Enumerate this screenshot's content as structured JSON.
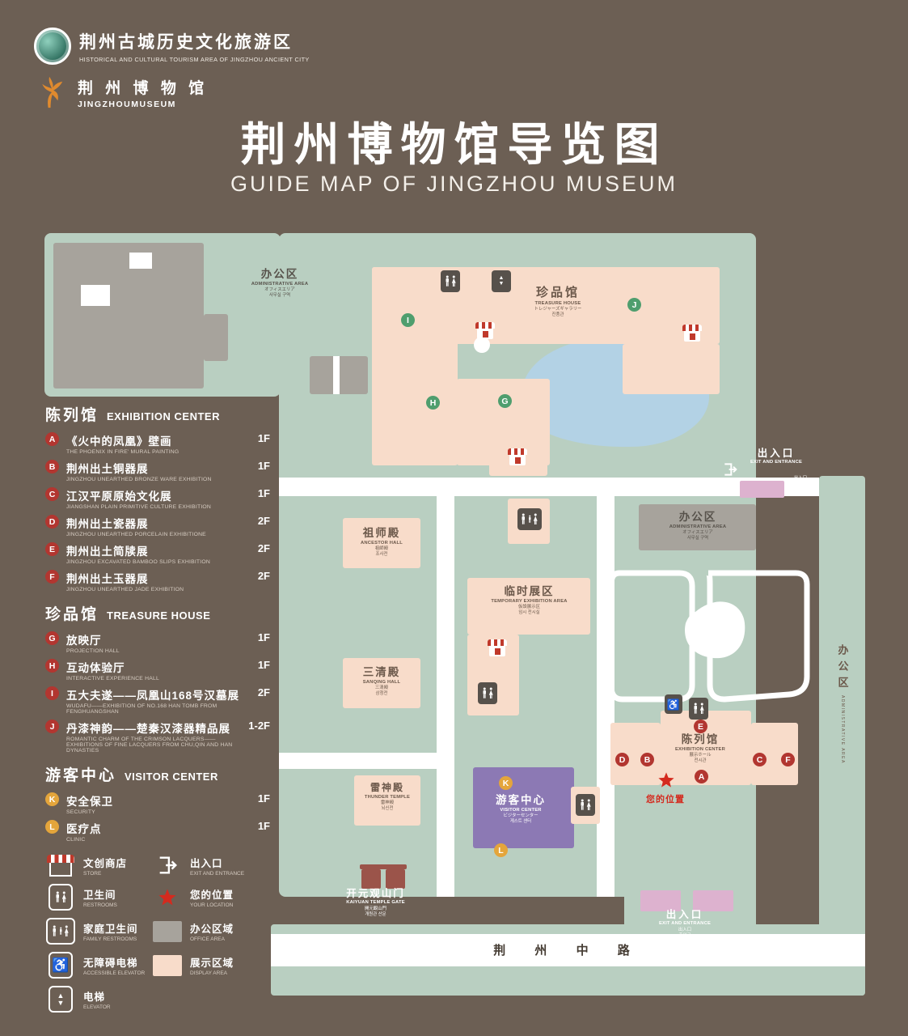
{
  "header": {
    "tourism": {
      "title": "荆州古城历史文化旅游区",
      "subtitle": "HISTORICAL AND CULTURAL TOURISM AREA OF JINGZHOU ANCIENT CITY"
    },
    "museum": {
      "title": "荆 州 博 物 馆",
      "subtitle": "JINGZHOUMUSEUM"
    },
    "title": "荆州博物馆导览图",
    "subtitle": "GUIDE MAP OF JINGZHOU MUSEUM"
  },
  "legend": {
    "sections": [
      {
        "title_cn": "陈列馆",
        "title_en": "EXHIBITION CENTER",
        "items": [
          {
            "letter": "A",
            "cn": "《火中的凤凰》壁画",
            "en": "THE PHOENIX IN FIRE' MURAL PAINTING",
            "floor": "1F"
          },
          {
            "letter": "B",
            "cn": "荆州出土铜器展",
            "en": "JINGZHOU UNEARTHED BRONZE WARE EXHIBITION",
            "floor": "1F"
          },
          {
            "letter": "C",
            "cn": "江汉平原原始文化展",
            "en": "JIANGSHAN PLAIN PRIMITIVE CULTURE EXHIBITION",
            "floor": "1F"
          },
          {
            "letter": "D",
            "cn": "荆州出土瓷器展",
            "en": "JINGZHOU UNEARTHED PORCELAIN EXHIBITIONE",
            "floor": "2F"
          },
          {
            "letter": "E",
            "cn": "荆州出土简牍展",
            "en": "JINGZHOU EXCAVATED BAMBOO SLIPS EXHIBITION",
            "floor": "2F"
          },
          {
            "letter": "F",
            "cn": "荆州出土玉器展",
            "en": "JINGZHOU UNEARTHED JADE EXHIBITION",
            "floor": "2F"
          }
        ]
      },
      {
        "title_cn": "珍品馆",
        "title_en": "TREASURE HOUSE",
        "items": [
          {
            "letter": "G",
            "cn": "放映厅",
            "en": "PROJECTION HALL",
            "floor": "1F"
          },
          {
            "letter": "H",
            "cn": "互动体验厅",
            "en": "INTERACTIVE EXPERIENCE HALL",
            "floor": "1F"
          },
          {
            "letter": "I",
            "cn": "五大夫遂——凤凰山168号汉墓展",
            "en": "WUDAFU——EXHIBITION OF NO.168 HAN TOMB FROM FENGHUANGSHAN",
            "floor": "2F"
          },
          {
            "letter": "J",
            "cn": "丹漆神韵——楚秦汉漆器精品展",
            "en": "ROMANTIC CHARM OF THE CRIMSON LACQUERS——EXHIBITIONS OF FINE LACQUERS FROM CHU,QIN AND HAN DYNASTIES",
            "floor": "1-2F"
          }
        ]
      },
      {
        "title_cn": "游客中心",
        "title_en": "VISITOR CENTER",
        "items": [
          {
            "letter": "K",
            "cn": "安全保卫",
            "en": "SECURITY",
            "floor": "1F"
          },
          {
            "letter": "L",
            "cn": "医疗点",
            "en": "CLINIC",
            "floor": "1F"
          }
        ]
      }
    ],
    "symbols": [
      {
        "icon": "store-icon",
        "cn": "文创商店",
        "en": "STORE"
      },
      {
        "icon": "exit-icon",
        "cn": "出入口",
        "en": "EXIT AND ENTRANCE"
      },
      {
        "icon": "restroom-icon",
        "cn": "卫生间",
        "en": "RESTROOMS"
      },
      {
        "icon": "your-location-star-icon",
        "cn": "您的位置",
        "en": "YOUR LOCATION"
      },
      {
        "icon": "family-restroom-icon",
        "cn": "家庭卫生间",
        "en": "FAMILY RESTROOMS"
      },
      {
        "icon": "office-area-swatch",
        "cn": "办公区域",
        "en": "OFFICE AREA"
      },
      {
        "icon": "accessible-elevator-icon",
        "cn": "无障碍电梯",
        "en": "ACCESSIBLE ELEVATOR"
      },
      {
        "icon": "display-area-swatch",
        "cn": "展示区域",
        "en": "DISPLAY AREA"
      },
      {
        "icon": "elevator-icon",
        "cn": "电梯",
        "en": "ELEVATOR"
      }
    ]
  },
  "map": {
    "labels": {
      "office_tl": {
        "cn": "办公区",
        "en": "ADMINISTRATIVE AREA",
        "jp": "オフィスエリア",
        "kr": "사무실 구역"
      },
      "treasure": {
        "cn": "珍品馆",
        "en": "TREASURE HOUSE",
        "jp": "トレジャーズギャラリー",
        "kr": "진품관"
      },
      "ancestor": {
        "cn": "祖师殿",
        "en": "ANCESTOR HALL",
        "jp": "祖師殿",
        "kr": "조사전"
      },
      "temporary": {
        "cn": "临时展区",
        "en": "TEMPORARY EXHIBITION AREA",
        "jp": "仮設展示区",
        "kr": "임시 전시실"
      },
      "sanqing": {
        "cn": "三清殿",
        "en": "SANQING HALL",
        "jp": "三清殿",
        "kr": "삼청전"
      },
      "thunder": {
        "cn": "雷神殿",
        "en": "THUNDER TEMPLE",
        "jp": "雷神殿",
        "kr": "뇌신전"
      },
      "visitor": {
        "cn": "游客中心",
        "en": "VISITOR CENTER",
        "jp": "ビジターセンター",
        "kr": "게스트 센터"
      },
      "exhibition": {
        "cn": "陈列馆",
        "en": "EXHIBITION CENTER",
        "jp": "展示ホール",
        "kr": "전시관"
      },
      "office_right": {
        "cn": "办公区",
        "en": "ADMINISTRATIVE AREA",
        "jp": "オフィスエリア",
        "kr": "사무실 구역"
      },
      "office_strip": {
        "cn": "办公区",
        "en": "ADMINISTRATIVE AREA"
      },
      "kaiyuan_gate": {
        "cn": "开元观山门",
        "en": "KAIYUAN TEMPLE GATE",
        "jp": "開元観山門",
        "kr": "개원관 산문"
      },
      "exit_top": {
        "cn": "出入口",
        "en": "EXIT AND ENTRANCE",
        "jp": "出入口",
        "kr": "출입구"
      },
      "exit_bottom": {
        "cn": "出入口",
        "en": "EXIT AND ENTRANCE",
        "jp": "出入口",
        "kr": "출입구"
      },
      "road": "荆 州 中 路",
      "your_location": "您的位置"
    }
  },
  "colors": {
    "background": "#6c5f54",
    "ground_green": "#b9cfc1",
    "display_area_pink": "#f8dcca",
    "office_area_gray": "#a7a39c",
    "visitor_center_purple": "#8c79b4",
    "pond_blue": "#b3d2e5",
    "marker_red": "#b23630",
    "marker_green": "#4f9e6e",
    "marker_yellow": "#e4a53b",
    "location_red": "#d42a1e"
  }
}
